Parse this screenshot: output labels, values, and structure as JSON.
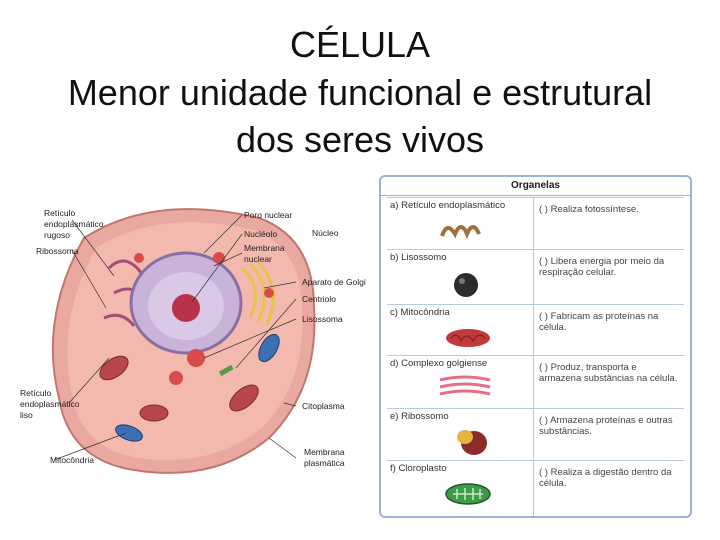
{
  "title": {
    "line1": "CÉLULA",
    "line2": "Menor unidade funcional e estrutural",
    "line3": "dos seres vivos"
  },
  "cell_diagram": {
    "labels": {
      "reticulo_rugoso": [
        "Retículo",
        "endoplasmático",
        "rugoso"
      ],
      "ribossoma": "Ribossoma",
      "poro_nuclear": "Poro nuclear",
      "nucleolo": "Nucléolo",
      "nucleo": "Núcleo",
      "membrana_nuclear": [
        "Membrana",
        "nuclear"
      ],
      "golgi": "Aparato de Golgi",
      "centriolo": "Centriolo",
      "lisossoma": "Lisossoma",
      "reticulo_liso": [
        "Retículo",
        "endoplasmático",
        "liso"
      ],
      "citoplasma": "Citoplasma",
      "mitocondria": "Mitocôndria",
      "membrana_plasmatica": [
        "Membrana",
        "plasmática"
      ]
    }
  },
  "table": {
    "header": "Organelas",
    "rows": [
      {
        "name": "a) Retículo endoplasmático",
        "desc": "(    ) Realiza fotossíntese."
      },
      {
        "name": "b) Lisossomo",
        "desc": "(    ) Libera energia por meio da respiração celular."
      },
      {
        "name": "c) Mitocôndria",
        "desc": "(    ) Fabricam as proteínas na célula."
      },
      {
        "name": "d) Complexo golgiense",
        "desc": "(    ) Produz, transporta e armazena substâncias na célula."
      },
      {
        "name": "e) Ribossomo",
        "desc": "(    ) Armazena proteínas e outras substâncias."
      },
      {
        "name": "f) Cloroplasto",
        "desc": "(    ) Realiza a digestão dentro da célula."
      }
    ]
  }
}
